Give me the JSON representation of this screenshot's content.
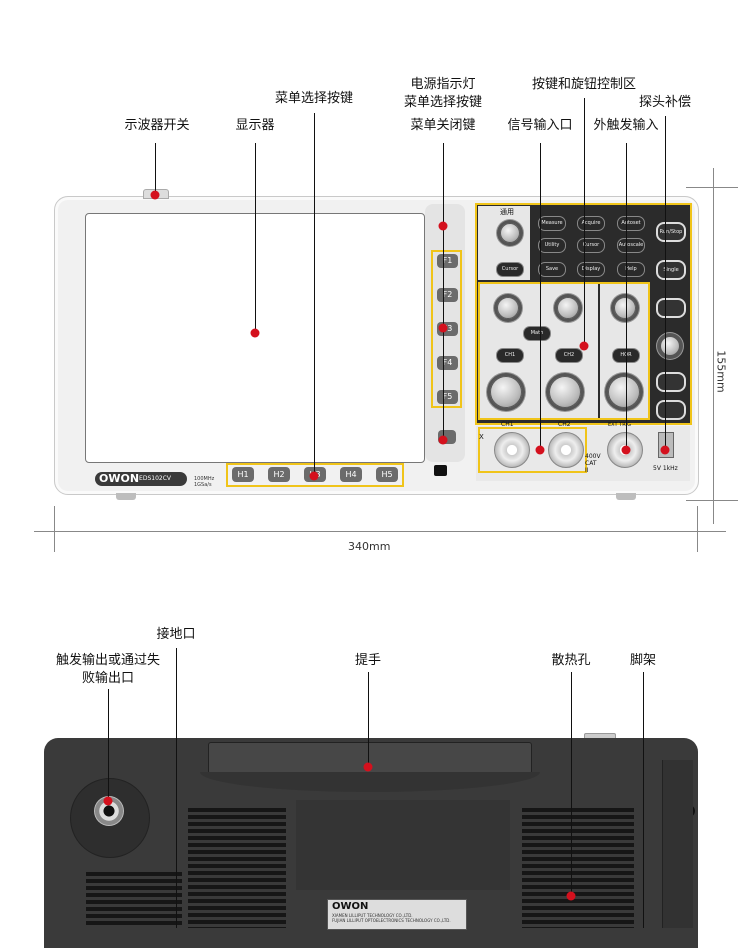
{
  "front_labels": {
    "power_switch": "示波器开关",
    "display": "显示器",
    "menu_select": "菜单选择按键",
    "power_indicator": "电源指示灯",
    "menu_select_2": "菜单选择按键",
    "menu_close": "菜单关闭键",
    "signal_input": "信号输入口",
    "controls_area": "按键和旋钮控制区",
    "external_trigger": "外触发输入",
    "probe_comp": "探头补偿"
  },
  "dimensions": {
    "width": "340mm",
    "height": "155mm"
  },
  "device": {
    "brand": "OWON",
    "model": "EDS102CV",
    "model_sub_1": "100MHz",
    "model_sub_2": "1GSa/s",
    "h_keys": [
      "H1",
      "H2",
      "H3",
      "H4",
      "H5"
    ],
    "f_keys": [
      "F1",
      "F2",
      "F3",
      "F4",
      "F5"
    ],
    "panel_top_label": "通用",
    "panel_cursor": "Cursor",
    "buttons_row1": [
      "Measure",
      "Acquire",
      "Autoset"
    ],
    "buttons_row2": [
      "Utility",
      "Cursor",
      "Autoscale"
    ],
    "buttons_row3": [
      "Save",
      "Display",
      "Help"
    ],
    "right_buttons": [
      "Run/Stop",
      "Single"
    ],
    "math_button": "Math",
    "ch1_button": "CH1",
    "ch2_button": "CH2",
    "hor_button": "HOR",
    "ch1_label": "CH1",
    "ch2_label": "CH2",
    "cat_label": "400V CAT II",
    "comp_label": "5V 1kHz",
    "x_label": "X",
    "ext_label": "EXT TRIG"
  },
  "back_labels": {
    "trigger_output": "触发输出或通过失败输出口",
    "ground": "接地口",
    "handle": "提手",
    "vent": "散热孔",
    "stand": "脚架"
  },
  "back_plate": {
    "brand": "OWON",
    "line1": "XIAMEN LILLIPUT TECHNOLOGY CO.,LTD.",
    "line2": "FUJIAN LILLIPUT OPTOELECTRONICS TECHNOLOGY CO.,LTD."
  },
  "colors": {
    "marker": "#d4101d",
    "highlight": "#f0c419"
  }
}
